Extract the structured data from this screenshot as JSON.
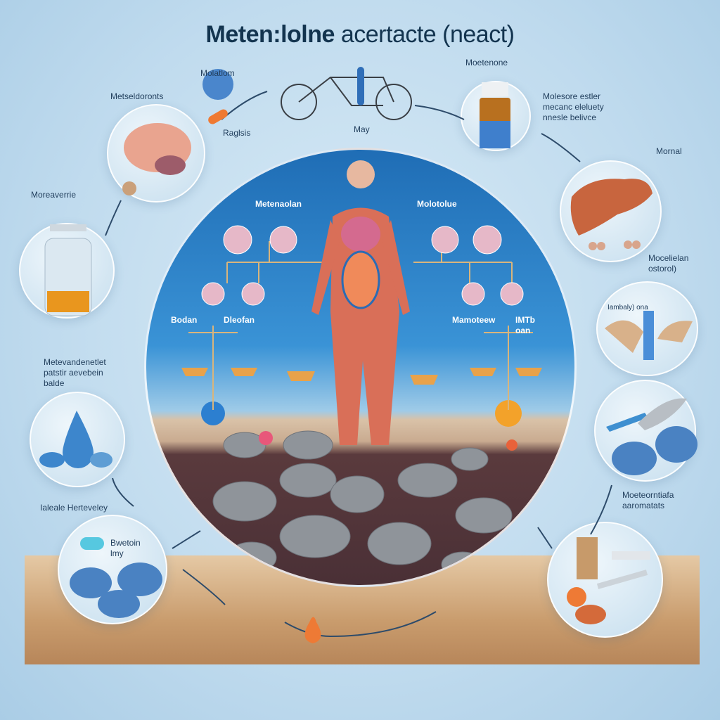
{
  "title": {
    "bold": "Meten:lolne",
    "rest": " acertacte (neact)"
  },
  "labels": {
    "molatlom": "Molatlom",
    "raglsis": "Raglsis",
    "may": "May",
    "moetenone": "Moetenone",
    "molesore": "Molesore estler\nmecanc eleluety\nnnesle belivce",
    "mornal": "Mornal",
    "mocelielan": "Mocelielan\nostorol)",
    "wings": "Iambaly) ona",
    "moeteorntiafa": "Moeteorntiafa\naaromatats",
    "metseldoronts": "Metseldoronts",
    "moreaverrie": "Moreaverrie",
    "metevandenetlet": "Metevandenetlet\npatstir aevebein\nbalde",
    "ialeale": "Ialeale Herteveley",
    "bwetoin": "Bwetoin\nlmy"
  },
  "center_labels": {
    "metenaolan": "Metenaolan",
    "molotolue": "Molotolue",
    "bodan": "Bodan",
    "dleofan": "Dleofan",
    "mamoteew": "Mamoteew",
    "imtb": "IMTb\noan"
  },
  "colors": {
    "background": "#c0dbee",
    "sky": "#1f6db5",
    "soil": "#4a3036",
    "desert": "#c99c6d",
    "accent_orange": "#f07a2a"
  }
}
